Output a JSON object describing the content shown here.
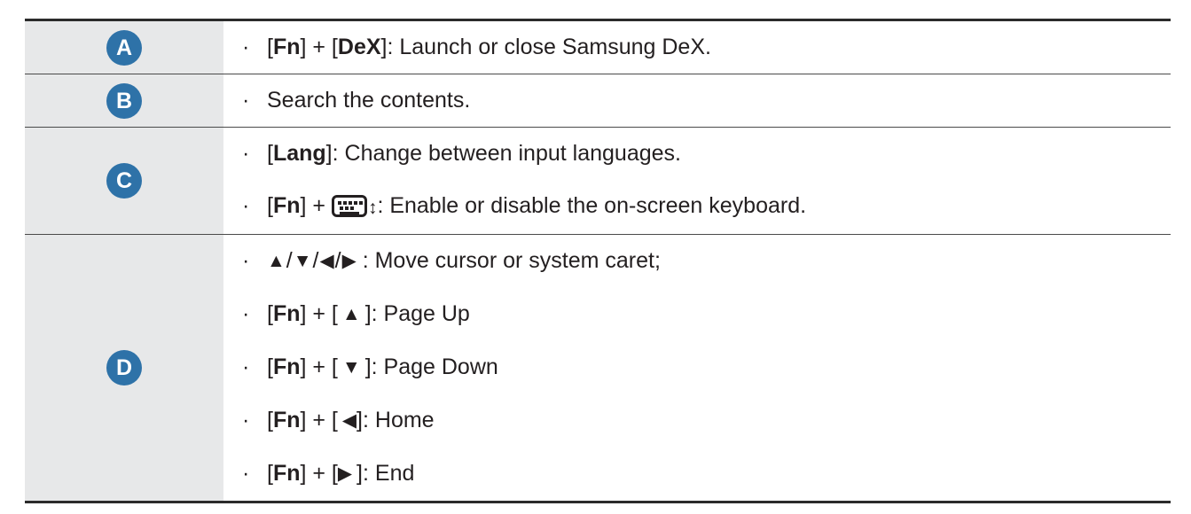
{
  "table": {
    "bullet_glyph": "·",
    "accent_color": "#2e72a8",
    "badge_text_color": "#ffffff",
    "left_column_bg": "#e7e8e9",
    "right_column_bg": "#ffffff",
    "border_color": "#2b2b2b",
    "rows": [
      {
        "badge": "A",
        "badge_icon_name": "badge-letter-a",
        "lines": [
          {
            "id": "a1",
            "text": "[Fn] + [DeX]: Launch or close Samsung DeX.",
            "parts": [
              {
                "t": "["
              },
              {
                "t": "Fn",
                "bold": true
              },
              {
                "t": "] + ["
              },
              {
                "t": "DeX",
                "bold": true
              },
              {
                "t": "]: Launch or close Samsung DeX."
              }
            ]
          }
        ]
      },
      {
        "badge": "B",
        "badge_icon_name": "badge-letter-b",
        "lines": [
          {
            "id": "b1",
            "text": "Search the contents.",
            "parts": [
              {
                "t": "Search the contents."
              }
            ]
          }
        ]
      },
      {
        "badge": "C",
        "badge_icon_name": "badge-letter-c",
        "lines": [
          {
            "id": "c1",
            "text": "[Lang]: Change between input languages.",
            "parts": [
              {
                "t": "["
              },
              {
                "t": "Lang",
                "bold": true
              },
              {
                "t": "]: Change between input languages."
              }
            ]
          },
          {
            "id": "c2",
            "text": "[Fn] + [keyboard]↕: Enable or disable the on-screen keyboard.",
            "parts": [
              {
                "t": "["
              },
              {
                "t": "Fn",
                "bold": true
              },
              {
                "t": "] + "
              },
              {
                "icon": "on-screen-keyboard-icon"
              },
              {
                "t": "↕",
                "updown": true
              },
              {
                "t": ": Enable or disable the on-screen keyboard."
              }
            ]
          }
        ]
      },
      {
        "badge": "D",
        "badge_icon_name": "badge-letter-d",
        "lines": [
          {
            "id": "d1",
            "text": "▲/▼/◀/▶ : Move cursor or system caret;",
            "parts": [
              {
                "t": "▲",
                "arrow": true
              },
              {
                "t": "/",
                "slash": true
              },
              {
                "t": "▼",
                "arrow": true
              },
              {
                "t": "/",
                "slash": true
              },
              {
                "t": "◀",
                "arrow": true
              },
              {
                "t": "/",
                "slash": true
              },
              {
                "t": "▶",
                "arrow": true
              },
              {
                "t": " : Move cursor or system caret;"
              }
            ]
          },
          {
            "id": "d2",
            "text": "[Fn] + [▲]: Page Up",
            "parts": [
              {
                "t": "["
              },
              {
                "t": "Fn",
                "bold": true
              },
              {
                "t": "] + [ "
              },
              {
                "t": "▲",
                "arrow": true
              },
              {
                "t": " ]: Page Up"
              }
            ]
          },
          {
            "id": "d3",
            "text": "[Fn] + [▼]: Page Down",
            "parts": [
              {
                "t": "["
              },
              {
                "t": "Fn",
                "bold": true
              },
              {
                "t": "] + [ "
              },
              {
                "t": "▼",
                "arrow": true
              },
              {
                "t": " ]: Page Down"
              }
            ]
          },
          {
            "id": "d4",
            "text": "[Fn] + [◀]: Home",
            "parts": [
              {
                "t": "["
              },
              {
                "t": "Fn",
                "bold": true
              },
              {
                "t": "] + [ "
              },
              {
                "t": "◀",
                "arrow": true
              },
              {
                "t": "]: Home"
              }
            ]
          },
          {
            "id": "d5",
            "text": "[Fn] + [▶]: End",
            "parts": [
              {
                "t": "["
              },
              {
                "t": "Fn",
                "bold": true
              },
              {
                "t": "] + ["
              },
              {
                "t": "▶",
                "arrow": true
              },
              {
                "t": " ]: End"
              }
            ]
          }
        ]
      }
    ]
  }
}
